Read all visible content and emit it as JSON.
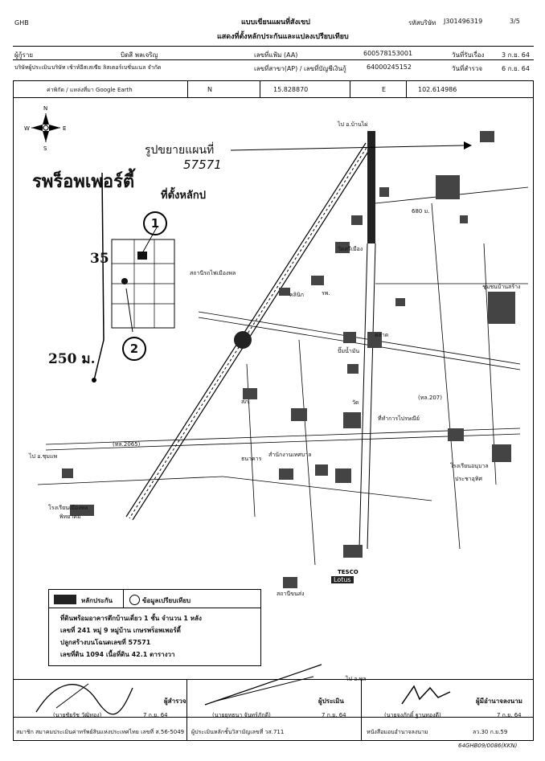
{
  "header": {
    "corp": "GHB",
    "form_title": "แบบเขียนแผนที่สังเขป",
    "subtitle": "แสดงที่ตั้งหลักประกันและแปลงเปรียบเทียบ",
    "ref_no_label": "รหัสบริษัท",
    "ref_no": "J301496319",
    "page": "3/5"
  },
  "info": {
    "applicant_label": "ผู้กู้ราย",
    "applicant_name": "บิดสี พลเจริญ",
    "company_label": "บริษัทผู้ประเมิน",
    "company_name": "บริษัท เช้าท์อีสเสเซีย ลิสเตอร์เบชั่นแนล จำกัด",
    "aa_label": "เลขที่แฟ้ม (AA)",
    "aa_value": "600578153001",
    "ap_label": "เลขที่สาขา(AP) / เลขที่บัญชีเงินกู้",
    "ap_value": "64000245152",
    "recv_date_label": "วันที่รับเรื่อง",
    "recv_date": "3 ก.ย. 64",
    "survey_date_label": "วันที่สำรวจ",
    "survey_date": "6 ก.ย. 64"
  },
  "coords": {
    "label": "ค่าพิกัด / แหล่งที่มา Google Earth",
    "n_label": "N",
    "n_value": "15.828870",
    "e_label": "E",
    "e_value": "102.614986"
  },
  "map": {
    "project_name": "รพร็อพเพอร์ตี้",
    "location_note": "ที่ตั้งหลักป",
    "enlarge_note": "รูปขยายแผนที่",
    "plot_no": "57571",
    "dist_35": "35",
    "dist_250": "250 ม.",
    "marker_1": "1",
    "marker_2": "2",
    "labels": {
      "station": "สถานีรถไฟเมืองพล",
      "school": "โรงเรียนเมืองพล",
      "school2": "พิทยาคม",
      "hospital": "รพ.",
      "police": "สภ.",
      "tesco": "TESCO",
      "lotus": "Lotus",
      "road_207": "(ทล.207)",
      "road_2065": "(ทล.2065)",
      "road_ban_khok": "ไป อ.บ้านไผ่",
      "road_chumpae": "ไป อ.ชุมแพ",
      "road_phon": "ไป อ.พล",
      "dist_680": "680 ม.",
      "chum_chon": "ชุมชนบ้านสร้าง",
      "wat": "วัด",
      "market": "ตลาด",
      "gas": "ปั๊มน้ำมัน",
      "temple2": "วัดศรีเมือง",
      "clinic": "คลินิก",
      "pricha": "ประชาอุทิศ",
      "npo": "ที่ทำการไปรษณีย์",
      "bank": "ธนาคาร",
      "municipal": "สำนักงานเทศบาล",
      "school3": "โรงเรียนอนุบาล",
      "bus": "สถานีขนส่ง"
    }
  },
  "legend": {
    "collateral_label": "หลักประกัน",
    "comparison_label": "ข้อมูลเปรียบเทียบ",
    "line1": "ที่ดินพร้อมอาคารตึกบ้านเดี่ยว 1 ชั้น  จำนวน 1 หลัง",
    "line2": "เลขที่ 241 หมู่ 9  หมู่บ้าน  เกษรพร็อพเพอร์ตี้",
    "line3": "ปลูกสร้างบนโฉนดเลขที่  57571",
    "line4": "เลขที่ดิน  1094  เนื้อที่ดิน 42.1  ตารางวา"
  },
  "signatures": {
    "surveyor_role": "ผู้สำรวจ",
    "surveyor_name": "(นายชัยรัช วัฒิทอง)",
    "surveyor_date": "7 ก.ย. 64",
    "surveyor_member": "สมาชิก สมาคมประเมินค่าทรัพย์สินแห่งประเทศไทย เลขที่ ส.56-5049",
    "appraiser_role": "ผู้ประเมิน",
    "appraiser_name": "(นายยุทธนา จันทร์ภักดี)",
    "appraiser_date": "7 ก.ย. 64",
    "appraiser_license": "ผู้ประเมินหลักชั้นวิสามัญเลขที่ วส.711",
    "approver_role": "ผู้มีอำนาจลงนาม",
    "approver_name": "(นายจงภักดิ์ ฐานทองดี)",
    "approver_date": "7 ก.ย. 64",
    "approver_note": "หนังสือมอบอำนาจลงนาม",
    "approver_note2": "ลว.30 ก.ย.59"
  },
  "footer": {
    "form_code": "64GHB09/0086(KKN)"
  }
}
